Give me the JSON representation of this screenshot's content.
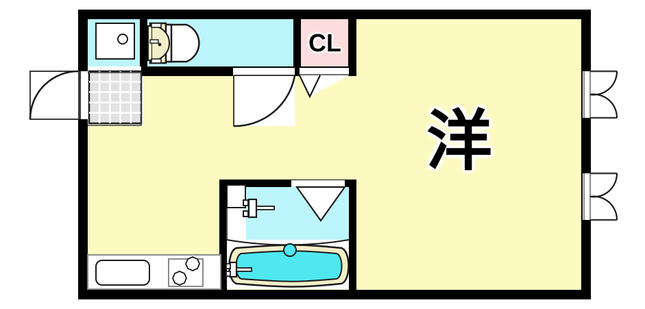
{
  "document": {
    "type": "floor-plan",
    "title": "Apartment floor plan (1R)",
    "background_color": "#ffffff"
  },
  "palette": {
    "wall": "#000000",
    "living_room_fill": "#fcfac0",
    "wet_area_fill": "#bdf5fd",
    "closet_fill": "#fcdcdc",
    "fixture_white": "#ffffff",
    "tub_water": "#4fe8ef",
    "tub_rim": "#f2eec8",
    "toilet_tank": "#f2eec8",
    "tile_gray": "#e2e2e2",
    "line": "#3a3a3a"
  },
  "rooms": [
    {
      "id": "main-room",
      "label": "洋",
      "label_meaning": "western-style room",
      "fill": "#fcfac0"
    },
    {
      "id": "closet",
      "label": "CL",
      "label_meaning": "closet",
      "fill": "#fcdcdc"
    },
    {
      "id": "toilet-room",
      "label": "",
      "label_meaning": "toilet",
      "fill": "#bdf5fd"
    },
    {
      "id": "washroom",
      "label": "",
      "label_meaning": "wash basin room",
      "fill": "#bdf5fd"
    },
    {
      "id": "bathroom",
      "label": "",
      "label_meaning": "bath",
      "fill": "#ffffff"
    },
    {
      "id": "entry-genkan",
      "label": "",
      "label_meaning": "entrance土間",
      "fill": "#e2e2e2"
    }
  ],
  "labels": {
    "main_room": "洋",
    "closet": "CL"
  },
  "fixtures": [
    {
      "name": "toilet",
      "room": "toilet-room"
    },
    {
      "name": "wall-cabinet",
      "room": "toilet-room"
    },
    {
      "name": "wash-basin",
      "room": "washroom"
    },
    {
      "name": "bath-tub",
      "room": "bathroom"
    },
    {
      "name": "kitchen-sink",
      "room": "main-room"
    },
    {
      "name": "stove-two-burner",
      "room": "main-room"
    },
    {
      "name": "shoe-tile-floor",
      "room": "entry-genkan"
    }
  ],
  "openings": [
    {
      "name": "entrance-door",
      "kind": "single-swing",
      "side": "left"
    },
    {
      "name": "room-door",
      "kind": "single-swing",
      "side": "interior"
    },
    {
      "name": "closet-folding-door",
      "kind": "folding",
      "side": "interior"
    },
    {
      "name": "washroom-folding-door",
      "kind": "folding",
      "side": "interior"
    },
    {
      "name": "window-upper-right",
      "kind": "double-casement",
      "side": "right"
    },
    {
      "name": "window-lower-right",
      "kind": "double-casement",
      "side": "right"
    }
  ]
}
